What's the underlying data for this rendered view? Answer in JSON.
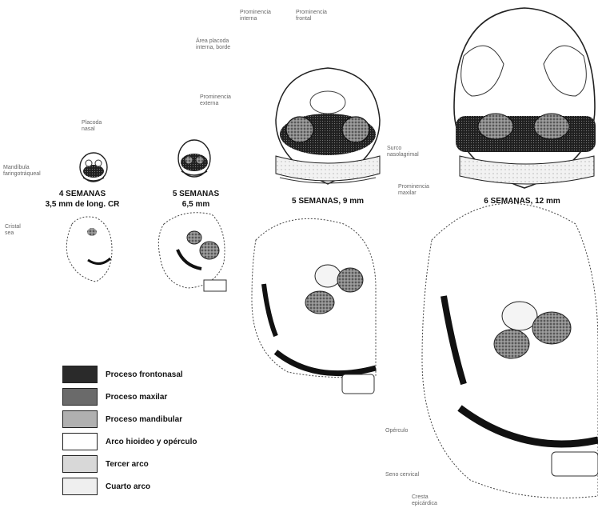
{
  "labels": {
    "prominencia_nasal_interna": "Prominencia\ninterna",
    "prominencia_frontal": "Prominencia\nfrontal",
    "placoda_nasal_interna": "Área placoda\ninterna, borde",
    "prominencia_nasal_externa": "Prominencia\nexterna",
    "placoda_nasal": "Placoda\nnasal",
    "mandibular_label": "Mandíbula\nfaringotráqueal",
    "surco_nasolagrimal": "Surco\nnasolagrimal",
    "prominencia_maxilar": "Prominencia\nmaxilar",
    "ojo_small": "Cristal\nsea",
    "tiroideo": "Opérculo",
    "arco_cervical": "Seno cervical",
    "cresta_epicardica": "Cresta\nepicárdica"
  },
  "captions": {
    "stage1": "4 SEMANAS\n3,5 mm de long. CR",
    "stage2": "5 SEMANAS\n6,5 mm",
    "stage3": "5 SEMANAS, 9 mm",
    "stage4": "6 SEMANAS, 12 mm"
  },
  "legend": [
    {
      "label": "Proceso frontonasal",
      "color": "#2a2a2a"
    },
    {
      "label": "Proceso maxilar",
      "color": "#6a6a6a"
    },
    {
      "label": "Proceso mandibular",
      "color": "#b0b0b0"
    },
    {
      "label": "Arco hioideo y opérculo",
      "color": "#ffffff"
    },
    {
      "label": "Tercer arco",
      "color": "#d8d8d8"
    },
    {
      "label": "Cuarto arco",
      "color": "#efefef"
    }
  ]
}
